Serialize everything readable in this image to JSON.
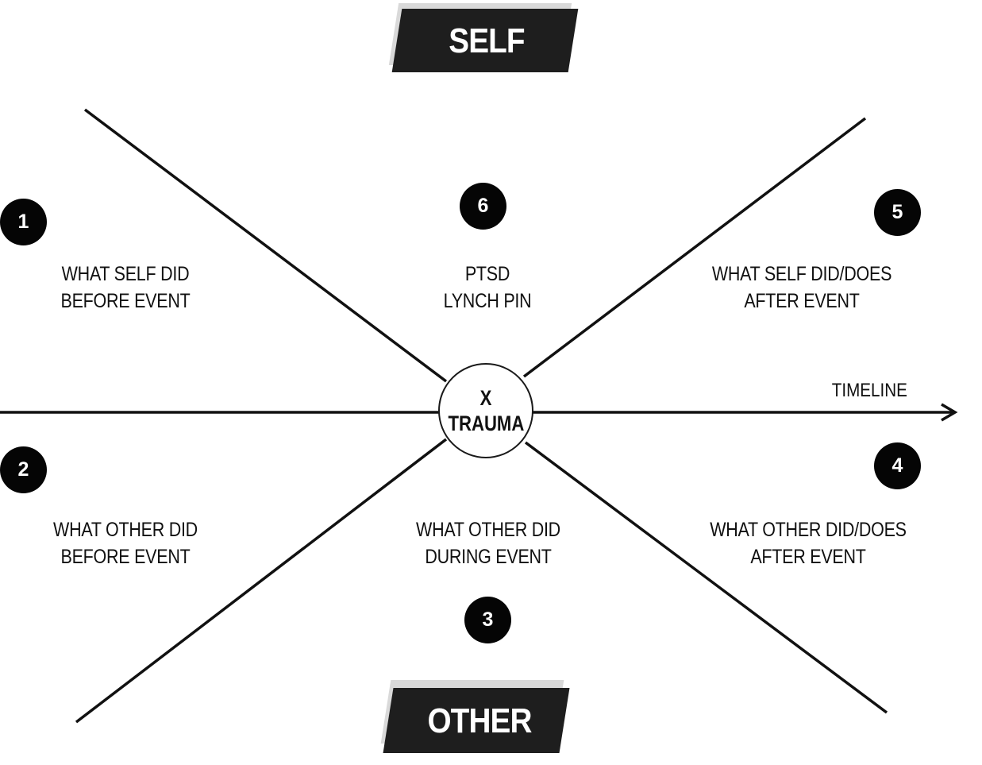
{
  "banners": {
    "top": "SELF",
    "bottom": "OTHER"
  },
  "center": {
    "line1": "X",
    "line2": "TRAUMA"
  },
  "timeline": {
    "label": "TIMELINE"
  },
  "quadrants": [
    {
      "number": "1",
      "line1": "WHAT SELF DID",
      "line2": "BEFORE EVENT"
    },
    {
      "number": "2",
      "line1": "WHAT OTHER DID",
      "line2": "BEFORE EVENT"
    },
    {
      "number": "3",
      "line1": "WHAT OTHER DID",
      "line2": "DURING EVENT"
    },
    {
      "number": "4",
      "line1": "WHAT OTHER DID/DOES",
      "line2": "AFTER EVENT"
    },
    {
      "number": "5",
      "line1": "WHAT SELF DID/DOES",
      "line2": "AFTER EVENT"
    },
    {
      "number": "6",
      "line1": "PTSD",
      "line2": "LYNCH PIN"
    }
  ],
  "colors": {
    "ink": "#111111",
    "banner": "#1e1e1e",
    "banner_shadow": "#d9d9d9",
    "background": "#ffffff"
  }
}
